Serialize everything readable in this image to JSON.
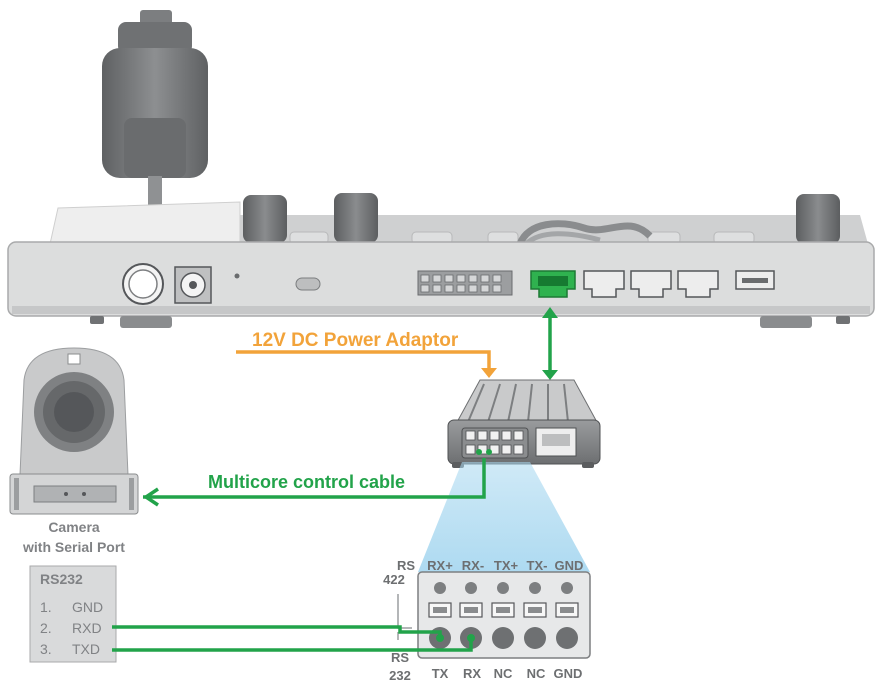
{
  "labels": {
    "power": "12V DC Power Adaptor",
    "cable": "Multicore control cable",
    "camera_line1": "Camera",
    "camera_line2": "with Serial Port"
  },
  "rs232_box": {
    "title": "RS232",
    "pins": [
      {
        "num": "1.",
        "name": "GND"
      },
      {
        "num": "2.",
        "name": "RXD"
      },
      {
        "num": "3.",
        "name": "TXD"
      }
    ]
  },
  "terminal": {
    "rs422_line1": "RS",
    "rs422_line2": "422",
    "rs232_line1": "RS",
    "rs232_line2": "232",
    "top_labels": [
      "RX+",
      "RX-",
      "TX+",
      "TX-",
      "GND"
    ],
    "bottom_labels": [
      "TX",
      "RX",
      "NC",
      "NC",
      "GND"
    ]
  },
  "colors": {
    "green": "#22a34a",
    "orange": "#f2a33a",
    "device_grey": "#d9dadb",
    "dark_grey": "#808285",
    "beam": "#a9d8f0"
  }
}
